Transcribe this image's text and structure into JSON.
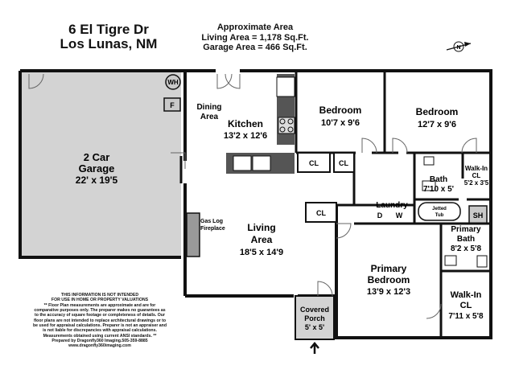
{
  "header": {
    "address_line1": "6 El Tigre Dr",
    "address_line2": "Los Lunas, NM",
    "area_title": "Approximate Area",
    "living_area": "Living Area = 1,178 Sq.Ft.",
    "garage_area": "Garage Area = 466 Sq.Ft."
  },
  "compass": {
    "icon": "north-arrow-icon",
    "label": "N"
  },
  "rooms": {
    "garage": {
      "name_line1": "2 Car",
      "name_line2": "Garage",
      "dims": "22' x 19'5"
    },
    "dining": {
      "name_line1": "Dining",
      "name_line2": "Area"
    },
    "kitchen": {
      "name": "Kitchen",
      "dims": "13'2 x 12'6"
    },
    "bedroom1": {
      "name": "Bedroom",
      "dims": "10'7 x 9'6"
    },
    "bedroom2": {
      "name": "Bedroom",
      "dims": "12'7 x 9'6"
    },
    "living": {
      "name_line1": "Living",
      "name_line2": "Area",
      "dims": "18'5 x 14'9"
    },
    "bath": {
      "name": "Bath",
      "dims": "7'10 x 5'"
    },
    "walkin_top": {
      "name_line1": "Walk-In",
      "name_line2": "CL",
      "dims": "5'2 x 3'5"
    },
    "laundry": {
      "name": "Laundry"
    },
    "primary_bath": {
      "name_line1": "Primary",
      "name_line2": "Bath",
      "dims": "8'2 x 5'8"
    },
    "primary_bedroom": {
      "name_line1": "Primary",
      "name_line2": "Bedroom",
      "dims": "13'9 x 12'3"
    },
    "walkin_bottom": {
      "name_line1": "Walk-In",
      "name_line2": "CL",
      "dims": "7'11 x 5'8"
    },
    "porch": {
      "name_line1": "Covered",
      "name_line2": "Porch",
      "dims": "5' x 5'"
    }
  },
  "labels": {
    "closet": "CL",
    "water_heater": "WH",
    "furnace": "F",
    "fireplace_line1": "Gas Log",
    "fireplace_line2": "Fireplace",
    "jetted_tub_line1": "Jetted",
    "jetted_tub_line2": "Tub",
    "shower": "SH",
    "dryer": "D",
    "washer": "W"
  },
  "colors": {
    "garage_fill": "#d3d3d3",
    "wall": "#111111",
    "closet_fill": "#ffffff",
    "shower_fill": "#c9c9c9"
  },
  "disclaimer": [
    "THIS INFORMATION IS NOT INTENDED",
    "FOR USE IN HOME OR PROPERTY VALUATIONS",
    "** Floor Plan measurements are approximate and are for",
    "comparative purposes only. The preparer makes no guarantees as",
    "to the accuracy of square footage or completeness of details. Our",
    "floor plans are not intended to replace architectural drawings or to",
    "be used for appraisal calculations. Preparer is not an appraiser and",
    "is not liable for discrepancies with appraisal calculations.",
    "Measurements obtained using current ANSI standards. **",
    "Prepared by Dragonfly360 Imaging.505-359-8885",
    "www.dragonfly360imaging.com"
  ]
}
